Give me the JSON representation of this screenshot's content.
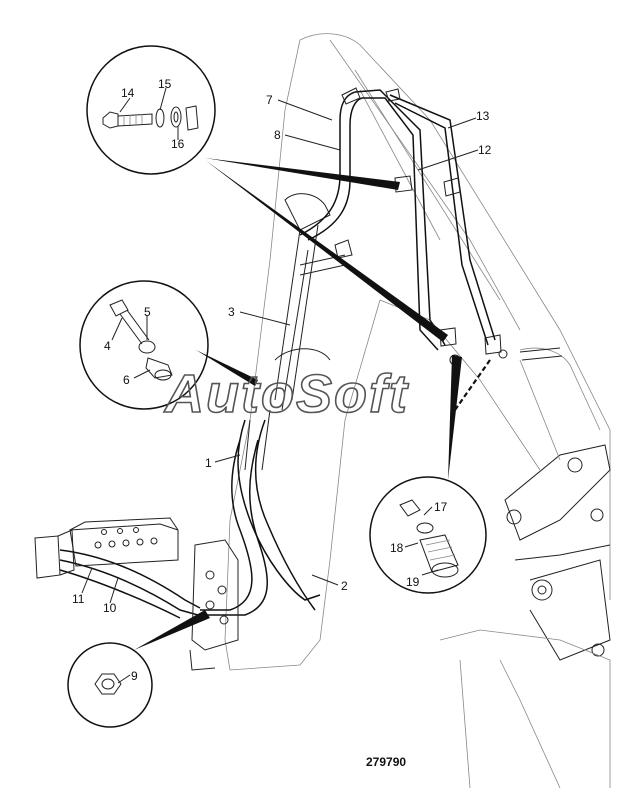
{
  "watermark": "AutoSoft",
  "reference_number": "279790",
  "callouts": [
    {
      "id": "c1",
      "label": "1"
    },
    {
      "id": "c2",
      "label": "2"
    },
    {
      "id": "c3",
      "label": "3"
    },
    {
      "id": "c4",
      "label": "4"
    },
    {
      "id": "c5",
      "label": "5"
    },
    {
      "id": "c6",
      "label": "6"
    },
    {
      "id": "c7",
      "label": "7"
    },
    {
      "id": "c8",
      "label": "8"
    },
    {
      "id": "c9",
      "label": "9"
    },
    {
      "id": "c10",
      "label": "10"
    },
    {
      "id": "c11",
      "label": "11"
    },
    {
      "id": "c12",
      "label": "12"
    },
    {
      "id": "c13",
      "label": "13"
    },
    {
      "id": "c14",
      "label": "14"
    },
    {
      "id": "c15",
      "label": "15"
    },
    {
      "id": "c16",
      "label": "16"
    },
    {
      "id": "c17",
      "label": "17"
    },
    {
      "id": "c18",
      "label": "18"
    },
    {
      "id": "c19",
      "label": "19"
    }
  ]
}
